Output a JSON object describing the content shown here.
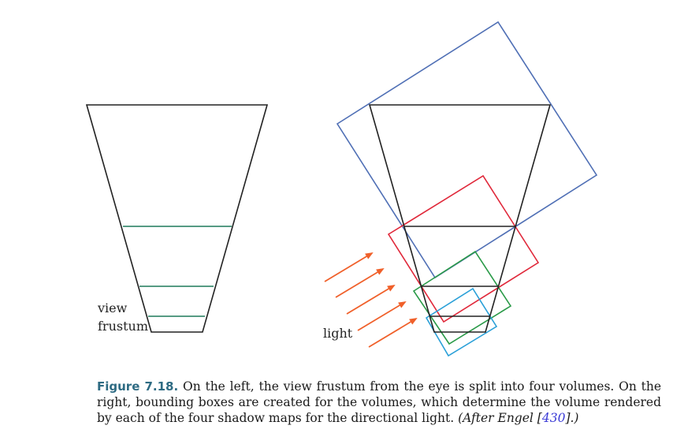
{
  "figure": {
    "left_label_line1": "view",
    "left_label_line2": "frustum",
    "right_label": "light",
    "colors": {
      "frustum": "#222222",
      "split_lines": "#1e7a5a",
      "box_blue": "#4f6fb5",
      "box_red": "#e0283a",
      "box_green": "#2a9a48",
      "box_cyan": "#2aa0d8",
      "arrows": "#f0602a"
    }
  },
  "caption": {
    "figure_number": "Figure 7.18.",
    "text": " On the left, the view frustum from the eye is split into four volumes. On the right, bounding boxes are created for the volumes, which determine the volume rendered by each of the four shadow maps for the directional light. ",
    "after_prefix": "(After Engel [",
    "citation": "430",
    "after_suffix": "].)"
  }
}
